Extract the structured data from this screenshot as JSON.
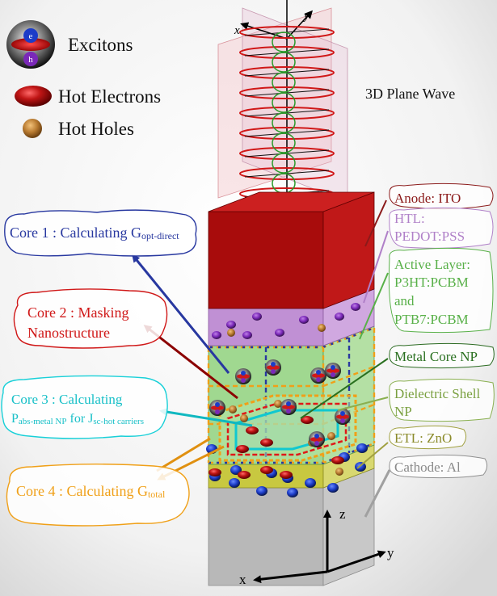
{
  "legend": {
    "excitons": "Excitons",
    "exciton_e": "e",
    "exciton_h": "h",
    "hot_electrons": "Hot Electrons",
    "hot_holes": "Hot Holes"
  },
  "wave": {
    "title": "3D Plane Wave",
    "axis_x": "x",
    "axis_y": "y",
    "axis_z": "z"
  },
  "cores": {
    "core1": {
      "main": "Core 1 : Calculating G",
      "sub": "opt-direct"
    },
    "core2": {
      "line1": "Core 2 : Masking",
      "line2": "Nanostructure"
    },
    "core3": {
      "line1": "Core 3 : Calculating",
      "p": "P",
      "p_sub": "abs-metal NP",
      "mid": " for J",
      "j_sub": "sc-hot carriers"
    },
    "core4": {
      "main": "Core 4 : Calculating G",
      "sub": "total"
    }
  },
  "layers": {
    "anode": "Anode: ITO",
    "htl_1": "HTL:",
    "htl_2": "PEDOT:PSS",
    "active_1": "Active Layer:",
    "active_2": "P3HT:PCBM",
    "active_3": "and",
    "active_4": "PTB7:PCBM",
    "metal_core": "Metal Core NP",
    "shell_1": "Dielectric Shell",
    "shell_2": "NP",
    "etl": "ETL: ZnO",
    "cathode": "Cathode: Al"
  },
  "axes": {
    "x": "x",
    "y": "y",
    "z": "z"
  },
  "colors": {
    "anode": "#b01010",
    "htl": "#c8a0d8",
    "active": "#a8d898",
    "etl": "#d8d870",
    "cathode": "#b8b8b8",
    "core1": "#2838a0",
    "core2": "#d01818",
    "core3": "#18d0d8",
    "core4": "#f0a018",
    "layer_anode_text": "#8b1a1a",
    "layer_htl_text": "#b080c8",
    "layer_active_text": "#58b048"
  }
}
